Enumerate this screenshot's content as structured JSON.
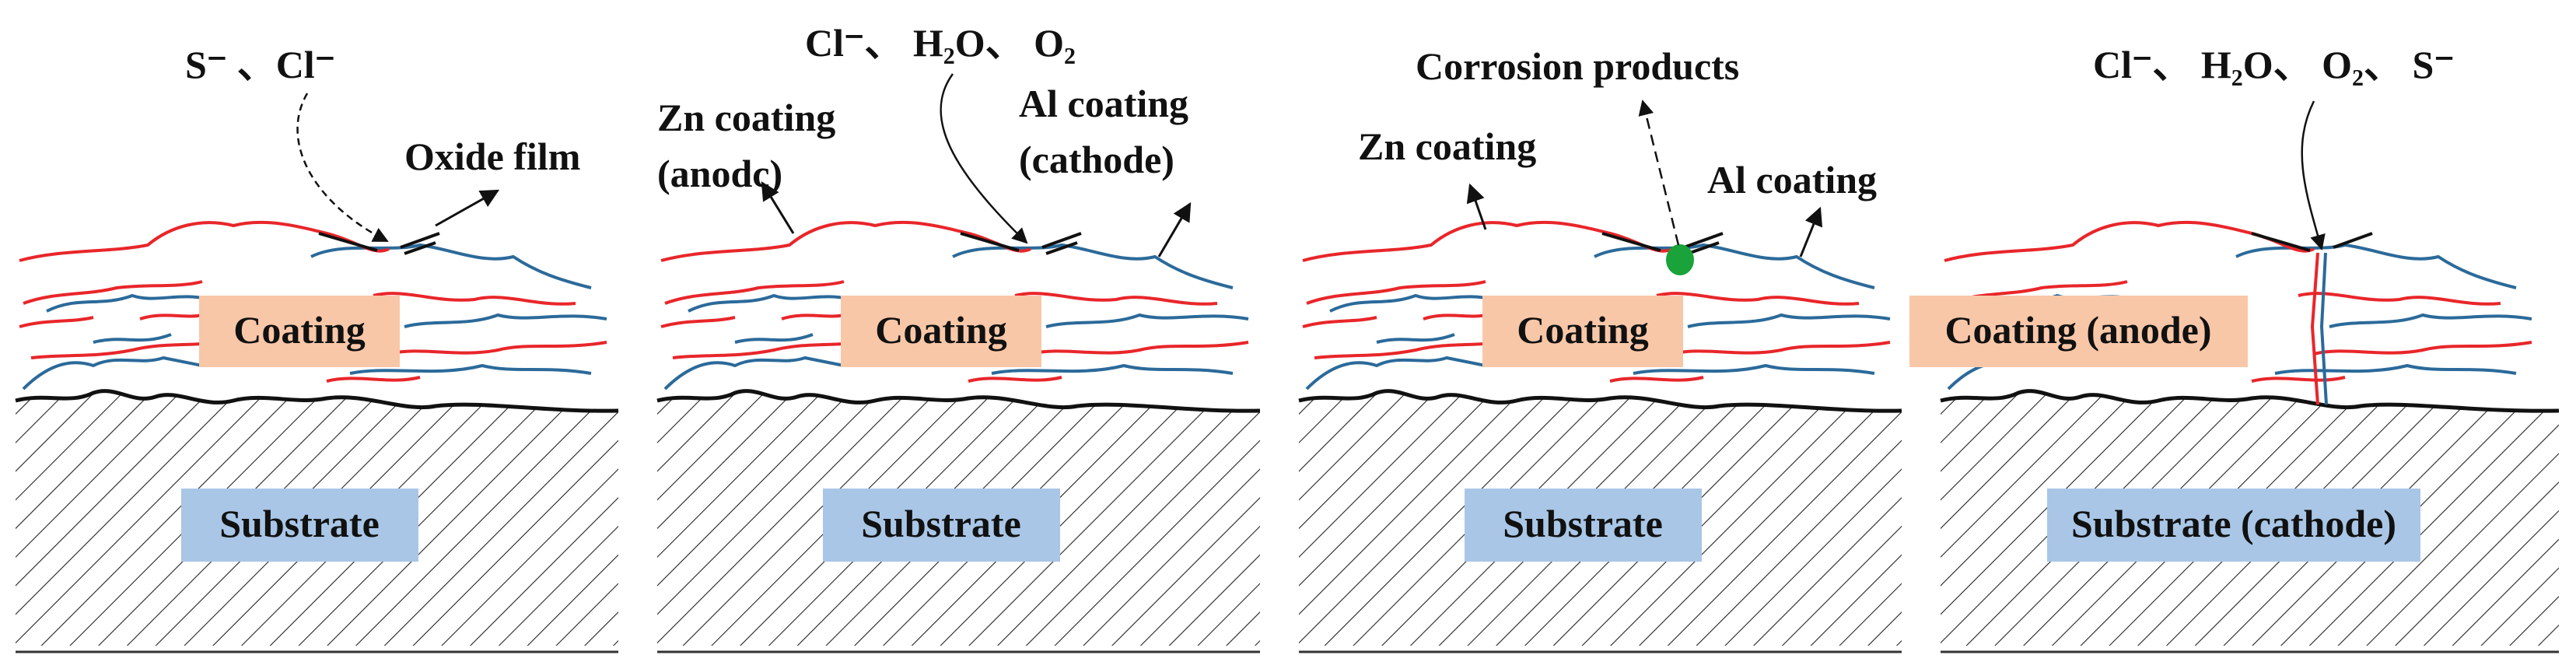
{
  "colors": {
    "zn_line": "#e8262a",
    "al_line": "#2b6a9a",
    "coating_box": "#f8c7a8",
    "substrate_box": "#a9c6e6",
    "corrosion_product": "#1aa33a",
    "ink": "#111111"
  },
  "panels": [
    {
      "coating_label": "Coating",
      "substrate_label": "Substrate",
      "annotations": {
        "ions": "S⁻ 、Cl⁻",
        "oxide_film": "Oxide film"
      }
    },
    {
      "coating_label": "Coating",
      "substrate_label": "Substrate",
      "annotations": {
        "ions": "Cl⁻、 H₂O、 O₂",
        "zn_coating_line1": "Zn coating",
        "zn_coating_line2": "(anodc)",
        "al_coating_line1": "Al coating",
        "al_coating_line2": "(cathode)"
      }
    },
    {
      "coating_label": "Coating",
      "substrate_label": "Substrate",
      "annotations": {
        "corrosion_products": "Corrosion products",
        "zn_coating": "Zn coating",
        "al_coating": "Al coating"
      }
    },
    {
      "coating_label": "Coating (anode)",
      "substrate_label": "Substrate (cathode)",
      "annotations": {
        "ions": "Cl⁻、 H₂O、 O₂、 S⁻"
      }
    }
  ]
}
